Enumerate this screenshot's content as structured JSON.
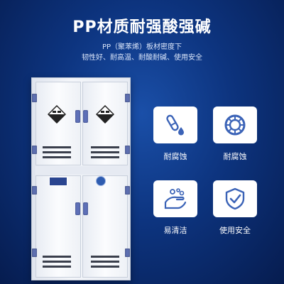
{
  "header": {
    "title": "PP材质耐强酸强碱",
    "subtitle_line1": "PP（聚苯烯）板材密度下",
    "subtitle_line2": "韧性好、耐高温、耐酸耐碱、使用安全"
  },
  "features": [
    {
      "label": "耐腐蚀",
      "icon": "test-tube-icon"
    },
    {
      "label": "耐腐蚀",
      "icon": "tire-icon"
    },
    {
      "label": "易清洁",
      "icon": "hand-wash-icon"
    },
    {
      "label": "使用安全",
      "icon": "shield-check-icon"
    }
  ],
  "colors": {
    "background": "#0d347f",
    "icon_blue": "#3b63b7",
    "hardware_blue": "#5e70b8"
  }
}
